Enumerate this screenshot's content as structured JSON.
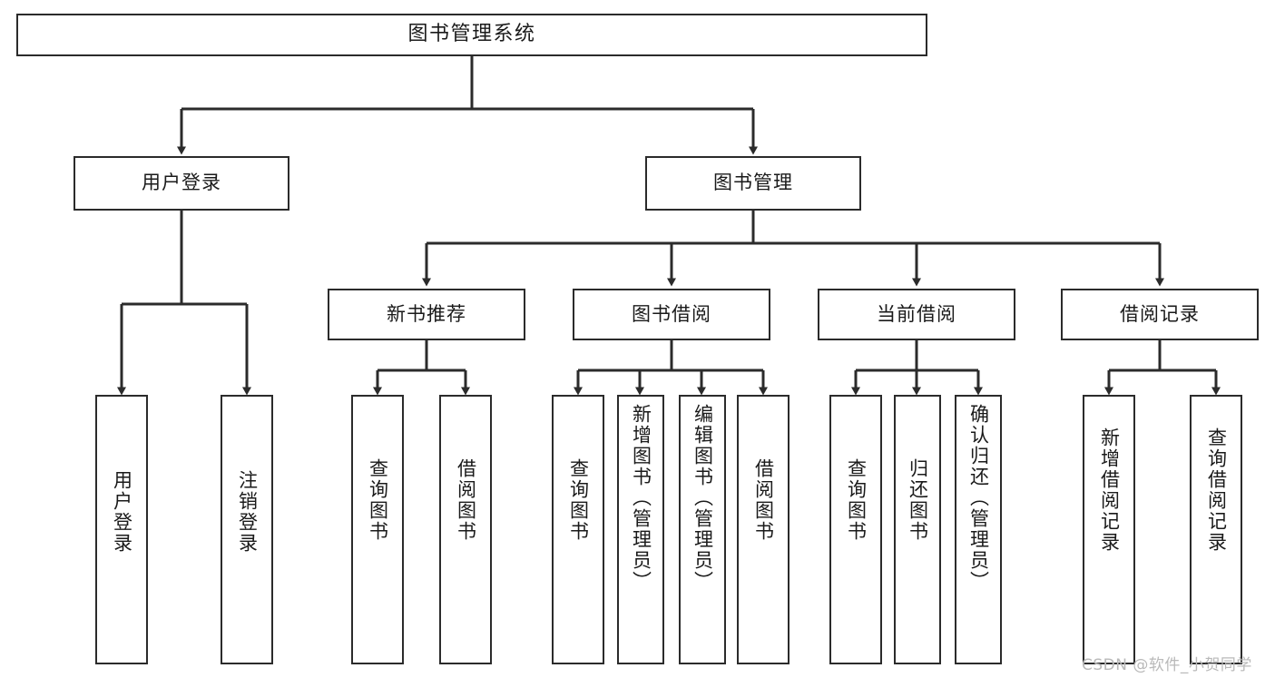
{
  "diagram": {
    "title": "图书管理系统",
    "type": "tree",
    "root": {
      "id": "root",
      "label": "图书管理系统"
    },
    "level1": [
      {
        "id": "user-login",
        "label": "用户登录"
      },
      {
        "id": "book-manage",
        "label": "图书管理"
      }
    ],
    "level2": [
      {
        "id": "new-book-rec",
        "label": "新书推荐",
        "parent": "book-manage"
      },
      {
        "id": "book-borrow",
        "label": "图书借阅",
        "parent": "book-manage"
      },
      {
        "id": "current-borrow",
        "label": "当前借阅",
        "parent": "book-manage"
      },
      {
        "id": "borrow-record",
        "label": "借阅记录",
        "parent": "book-manage"
      }
    ],
    "leaves": {
      "user-login": [
        {
          "id": "leaf-user-login",
          "label": "用户登录"
        },
        {
          "id": "leaf-user-logout",
          "label": "注销登录"
        }
      ],
      "new-book-rec": [
        {
          "id": "leaf-query-book-1",
          "label": "查询图书"
        },
        {
          "id": "leaf-borrow-book-1",
          "label": "借阅图书"
        }
      ],
      "book-borrow": [
        {
          "id": "leaf-query-book-2",
          "label": "查询图书"
        },
        {
          "id": "leaf-add-book",
          "label": "新增图书（管理员）"
        },
        {
          "id": "leaf-edit-book",
          "label": "编辑图书（管理员）"
        },
        {
          "id": "leaf-borrow-book-2",
          "label": "借阅图书"
        }
      ],
      "current-borrow": [
        {
          "id": "leaf-query-book-3",
          "label": "查询图书"
        },
        {
          "id": "leaf-return-book",
          "label": "归还图书"
        },
        {
          "id": "leaf-confirm-return",
          "label": "确认归还（管理员）"
        }
      ],
      "borrow-record": [
        {
          "id": "leaf-add-record",
          "label": "新增借阅记录"
        },
        {
          "id": "leaf-query-record",
          "label": "查询借阅记录"
        }
      ]
    },
    "watermark": "CSDN @软件_小贺同学",
    "colors": {
      "border": "#2b2b2b",
      "background": "#ffffff",
      "text": "#1a1a1a",
      "watermark": "#b9b9b9"
    }
  }
}
